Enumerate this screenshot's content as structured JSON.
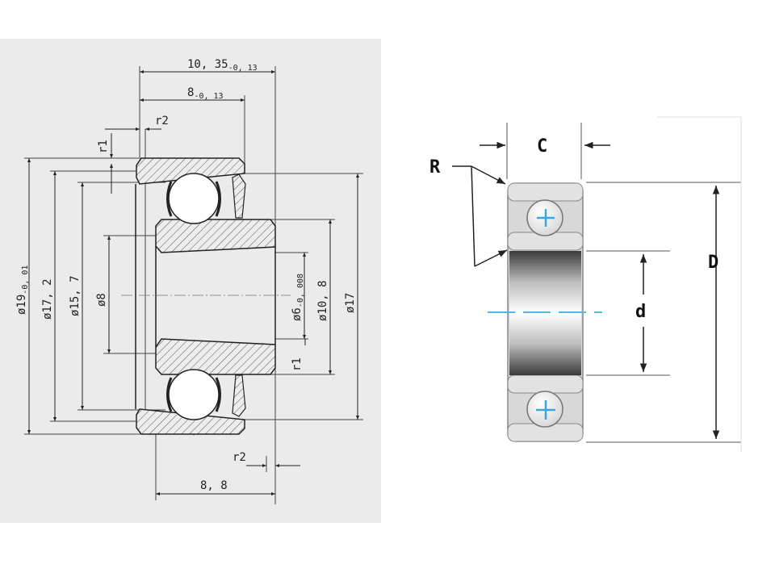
{
  "left_drawing": {
    "dimensions": {
      "overall_width": "10, 35",
      "overall_width_tol": "-0, 13",
      "inner_width": "8",
      "inner_width_tol": "-0, 13",
      "flange_width": "8, 8",
      "r1_top": "r1",
      "r2_top": "r2",
      "r1_bottom": "r1",
      "r2_bottom": "r2",
      "dia_19": "ø19",
      "dia_19_tol": "-0, 01",
      "dia_17_2": "ø17, 2",
      "dia_15_7": "ø15, 7",
      "dia_8": "ø8",
      "dia_6": "ø6",
      "dia_6_tol": "-0, 008",
      "dia_10_8": "ø10, 8",
      "dia_17": "ø17"
    }
  },
  "right_drawing": {
    "labels": {
      "width": "C",
      "radius": "R",
      "bore": "d",
      "outer": "D"
    },
    "colors": {
      "ball_cross": "#3aa6e0",
      "centerline": "#4fb8ea",
      "ring_fill": "#e2e2e2",
      "outline": "#888888"
    }
  }
}
